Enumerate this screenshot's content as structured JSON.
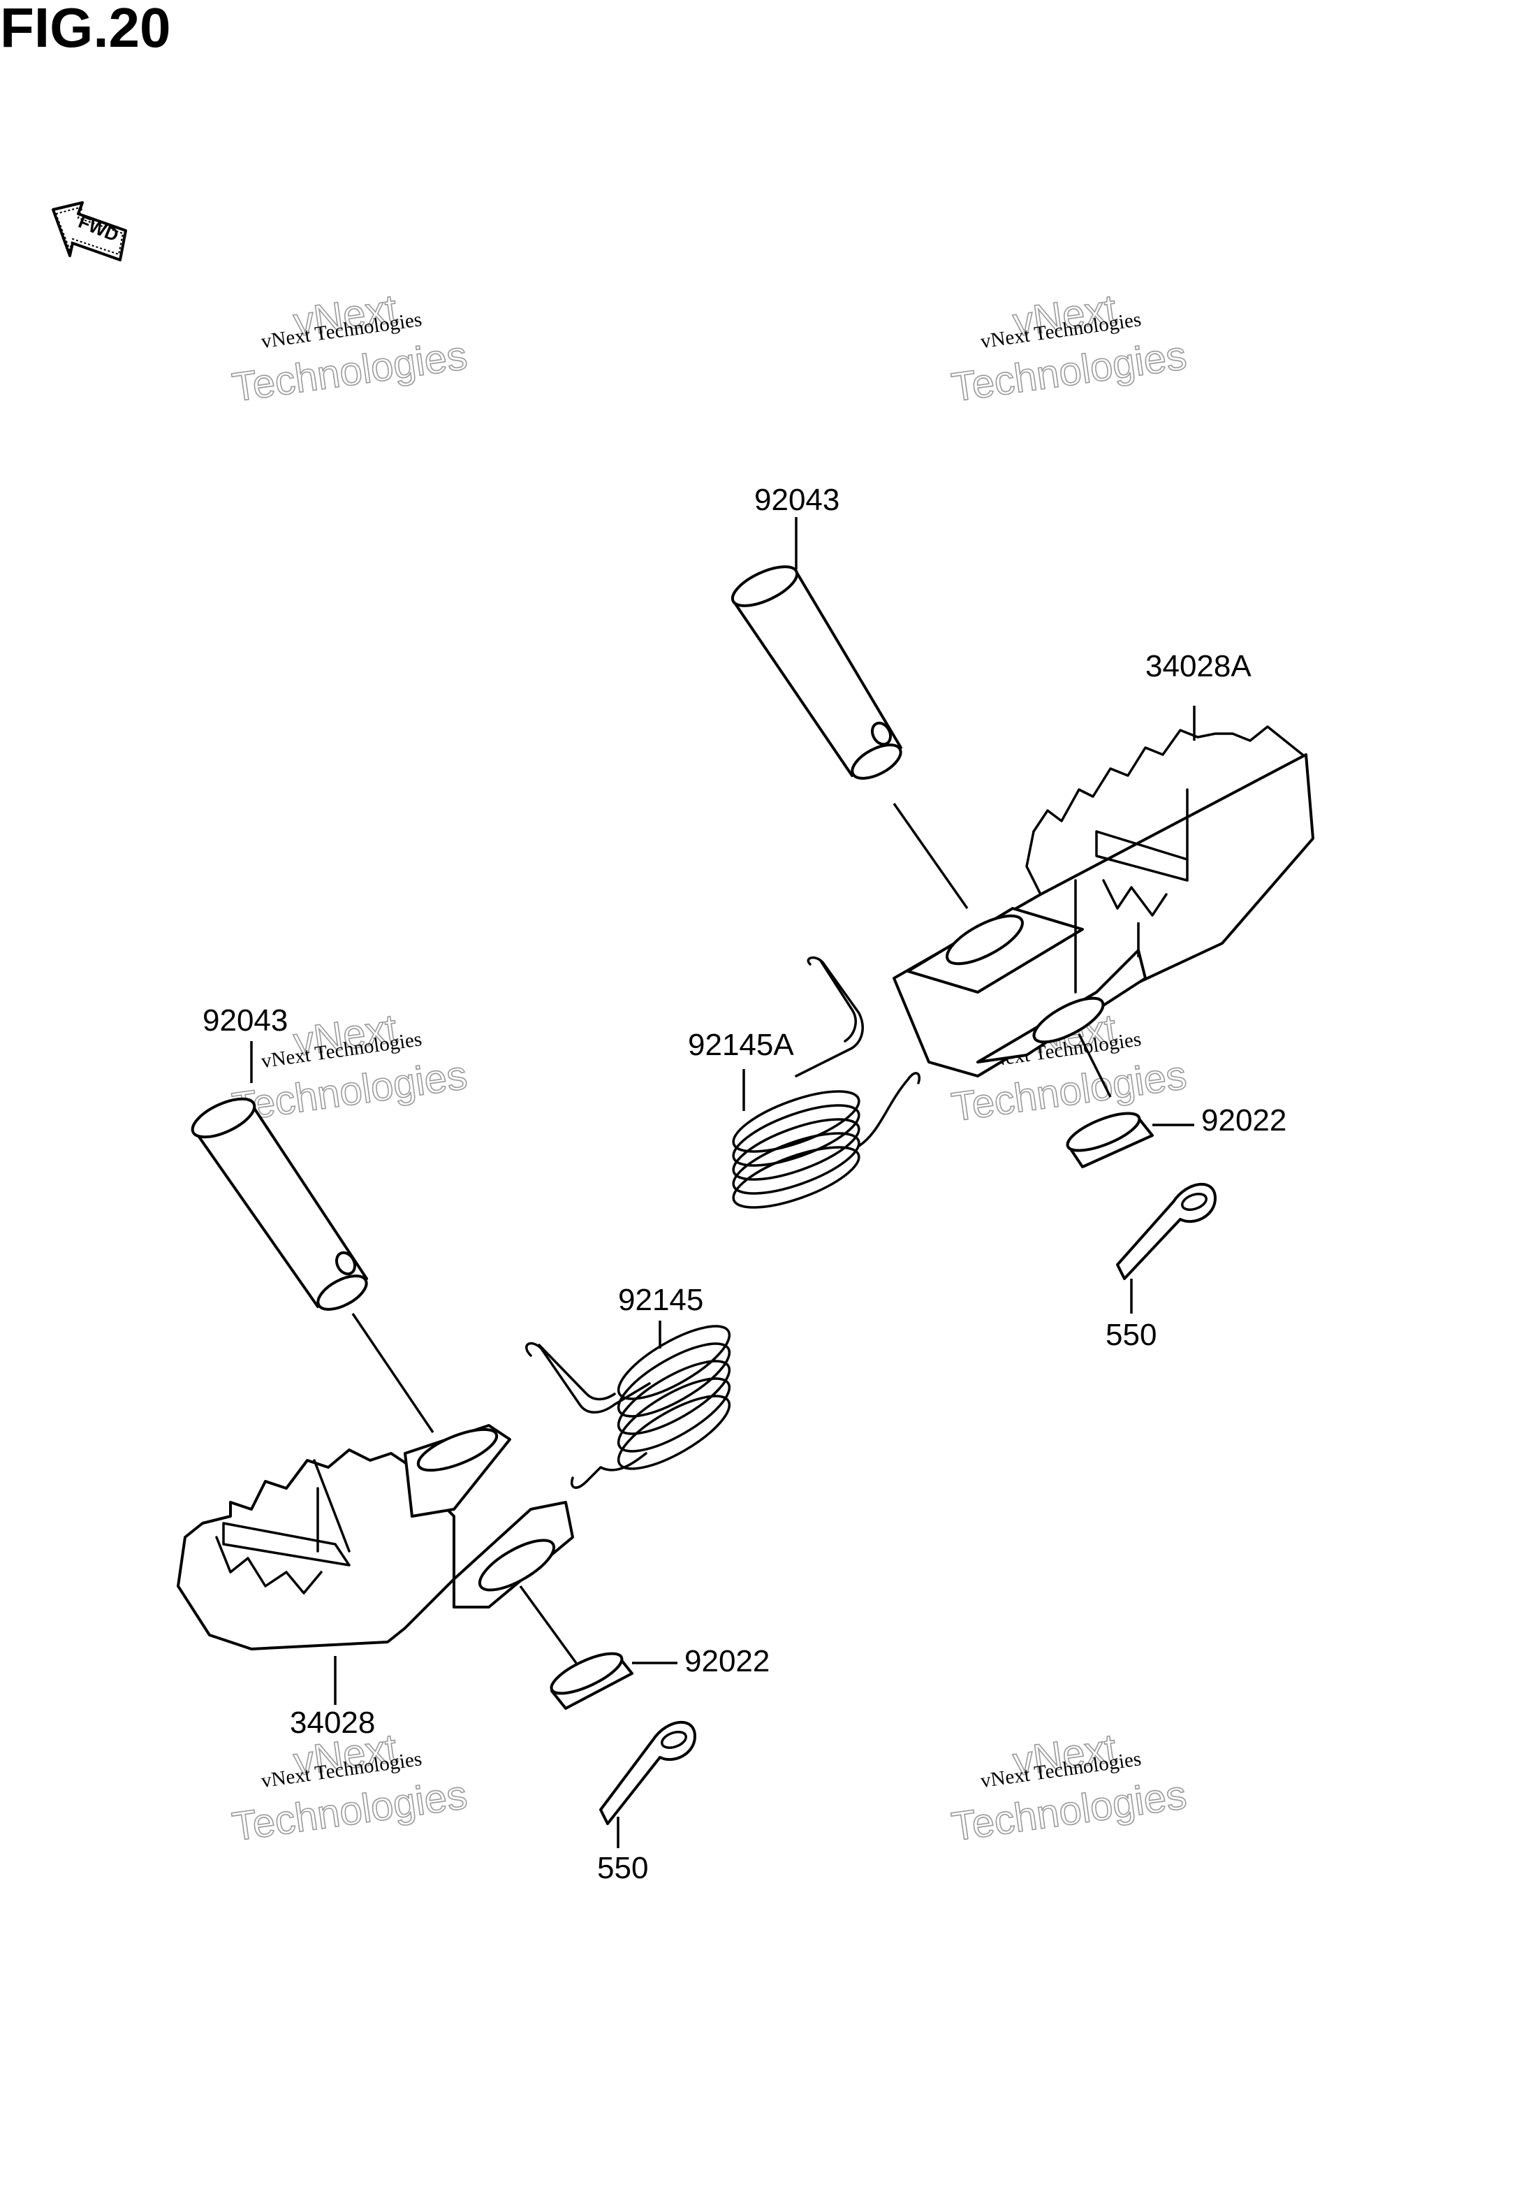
{
  "figure": {
    "title": "FIG.20"
  },
  "direction_indicator": {
    "text": "FWD",
    "icon": "front-direction-arrow-icon"
  },
  "parts": [
    {
      "number": "92043",
      "description": "pin"
    },
    {
      "number": "34028A",
      "description": "footpeg"
    },
    {
      "number": "92145A",
      "description": "spring"
    },
    {
      "number": "92022",
      "description": "washer"
    },
    {
      "number": "550",
      "description": "cotter pin"
    },
    {
      "number": "92043",
      "description": "pin"
    },
    {
      "number": "92145",
      "description": "spring"
    },
    {
      "number": "34028",
      "description": "footpeg"
    },
    {
      "number": "92022",
      "description": "washer"
    },
    {
      "number": "550",
      "description": "cotter pin"
    }
  ],
  "watermark": {
    "line1": "vNext Technologies",
    "line2": "vNext",
    "line3": "Technologies"
  }
}
